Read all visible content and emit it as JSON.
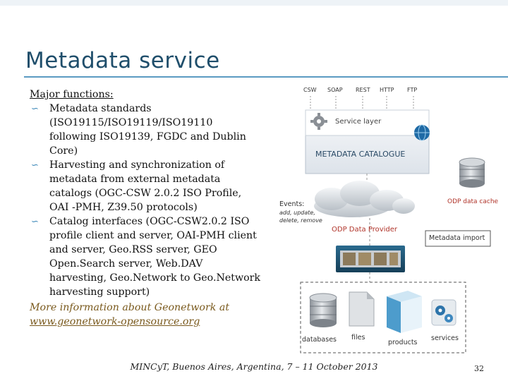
{
  "slide": {
    "title": "Metadata service",
    "major_label": "Major functions:",
    "bullets": [
      "Metadata standards (ISO19115/ISO19119/ISO19110 following ISO19139, FGDC and Dublin Core)",
      "Harvesting and synchronization of metadata from external metadata catalogs (OGC-CSW 2.0.2 ISO Profile, OAI -PMH, Z39.50 protocols)",
      "Catalog interfaces (OGC-CSW2.0.2 ISO profile client and server, OAI-PMH client and server, Geo.RSS server, GEO Open.Search server, Web.DAV harvesting, Geo.Network to Geo.Network harvesting support)"
    ],
    "more_text": "More information about Geonetwork at",
    "more_link": "www.geonetwork-opensource.org",
    "footer": "MINCyT, Buenos Aires, Argentina, 7 – 11 October 2013",
    "page_number": "32"
  },
  "diagram": {
    "protocols": [
      "CSW",
      "SOAP",
      "REST",
      "HTTP",
      "FTP"
    ],
    "service_layer": "Service layer",
    "catalogue": "METADATA CATALOGUE",
    "events": "Events:",
    "events_detail": "add, update, delete, remove",
    "cache": "ODP data cache",
    "provider": "ODP Data Provider",
    "import": "Metadata import",
    "sources": [
      "databases",
      "files",
      "products",
      "services"
    ],
    "colors": {
      "accent": "#2e7fb3",
      "title": "#1f4e6b",
      "link": "#7a5a1e",
      "dark_box": "#1d5070"
    }
  }
}
